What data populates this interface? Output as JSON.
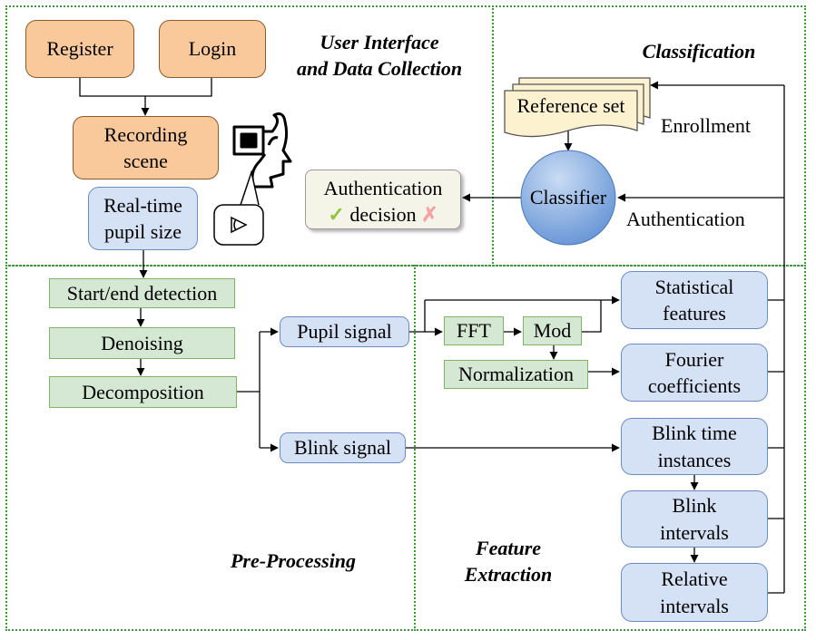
{
  "regions": {
    "ui_title": "User Interface\nand Data Collection",
    "classification_title": "Classification",
    "preprocessing_title": "Pre-Processing",
    "feature_title": "Feature\nExtraction"
  },
  "ui": {
    "register": "Register",
    "login": "Login",
    "recording": "Recording\nscene",
    "pupil_size": "Real-time\npupil size"
  },
  "classification": {
    "reference_set": "Reference set",
    "classifier": "Classifier",
    "enrollment": "Enrollment",
    "authentication": "Authentication",
    "decision": "Authentication",
    "decision_line2": "decision",
    "check_symbol": "✓",
    "cross_symbol": "✗"
  },
  "preprocessing": {
    "start_end": "Start/end detection",
    "denoising": "Denoising",
    "decomposition": "Decomposition",
    "pupil_signal": "Pupil signal",
    "blink_signal": "Blink signal"
  },
  "features": {
    "fft": "FFT",
    "mod": "Mod",
    "normalization": "Normalization",
    "statistical": "Statistical\nfeatures",
    "fourier": "Fourier\ncoefficients",
    "blink_time": "Blink time\ninstances",
    "blink_intervals": "Blink\nintervals",
    "relative_intervals": "Relative\nintervals"
  },
  "icons": [
    "vr-headset-icon",
    "eye-icon"
  ],
  "colors": {
    "orange_fill": "#f9c99b",
    "blue_fill": "#d5e1f4",
    "green_fill": "#d5e8d4",
    "classifier_fill": "#6f9fd8",
    "region_border": "#3c9a3c"
  }
}
